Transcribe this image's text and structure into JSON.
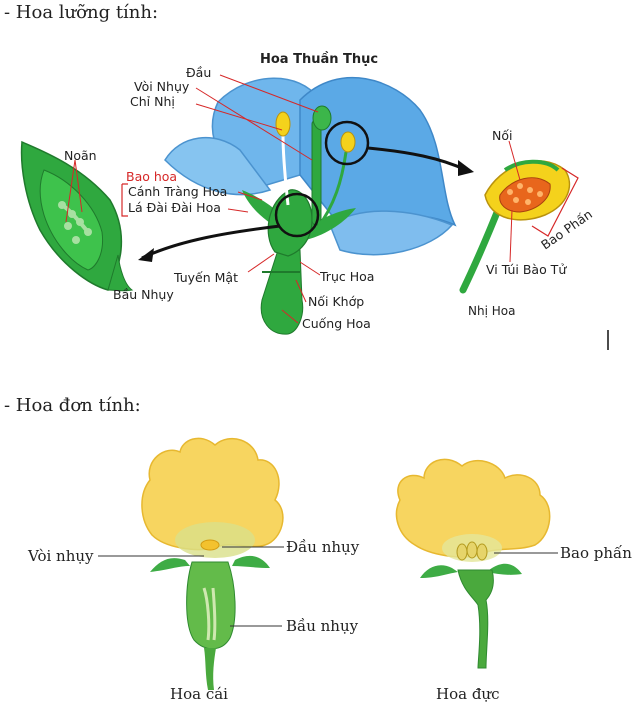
{
  "headings": {
    "bisexual": "- Hoa lưỡng tính:",
    "unisexual": "- Hoa đơn tính:"
  },
  "diagram1": {
    "title": "Hoa Thuần Thục",
    "labels": {
      "stigma": "Đầu",
      "style": "Vòi Nhụy",
      "filament": "Chỉ Nhị",
      "perianth": "Bao hoa",
      "petal": "Cánh Tràng Hoa",
      "sepal": "Lá Đài Đài Hoa",
      "nectary": "Tuyến Mật",
      "receptacle": "Trục Hoa",
      "node": "Nối Khớp",
      "pedicel": "Cuống Hoa",
      "ovule": "Noãn",
      "ovary": "Bầu Nhụy",
      "connective": "Nối",
      "anther": "Bao Phấn",
      "microsporangium": "Vi Túi Bào Tử",
      "stamen": "Nhị Hoa"
    }
  },
  "diagram2": {
    "female": {
      "caption": "Hoa cái",
      "style": "Vòi nhụy",
      "stigma": "Đầu nhụy",
      "ovary": "Bầu nhụy"
    },
    "male": {
      "caption": "Hoa đực",
      "anther": "Bao phấn"
    }
  },
  "colors": {
    "petal_blue": "#6fb6ec",
    "stem_green": "#2fa83f",
    "dark_green": "#1f7a2c",
    "anther_yellow": "#f4d21c",
    "pollen_orange": "#e8661c",
    "petal_yellow": "#f7d560",
    "label_red": "#d62828"
  }
}
